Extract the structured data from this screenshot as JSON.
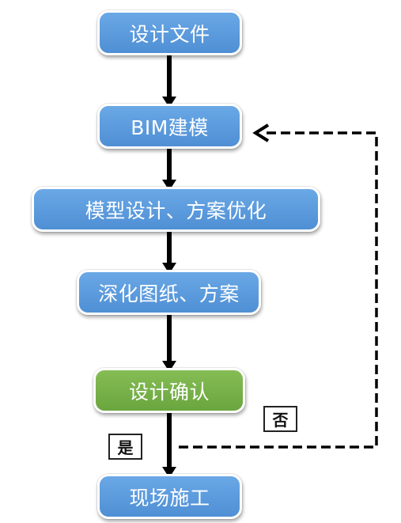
{
  "nodes": {
    "design_file": "设计文件",
    "bim_modeling": "BIM建模",
    "model_design": "模型设计、方案优化",
    "deepen_drawings": "深化图纸、方案",
    "design_confirm": "设计确认",
    "site_construction": "现场施工"
  },
  "labels": {
    "yes": "是",
    "no": "否"
  },
  "colors": {
    "node_blue": "#5b9bdc",
    "node_green": "#75b046",
    "arrow": "#000000"
  }
}
